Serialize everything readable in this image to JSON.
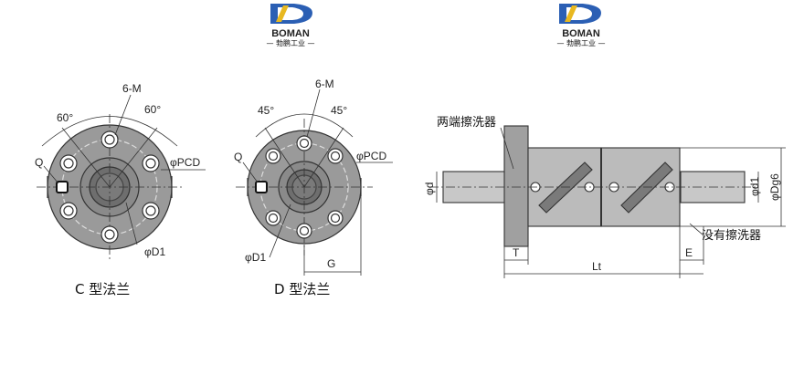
{
  "logos": {
    "brand": "BOMAN",
    "tagline": "— 勃鹏工业 —",
    "accent": "#2b5fb4",
    "gold": "#e8b820"
  },
  "flange_c": {
    "caption": "C 型法兰",
    "angle_left": "60°",
    "angle_right": "60°",
    "hole_label": "6-M",
    "q_label": "Q",
    "pcd_label": "φPCD",
    "d1_label": "φD1"
  },
  "flange_d": {
    "caption": "D 型法兰",
    "angle_left": "45°",
    "angle_right": "45°",
    "hole_label": "6-M",
    "q_label": "Q",
    "pcd_label": "φPCD",
    "d1_label": "φD1",
    "g_label": "G"
  },
  "side_view": {
    "wiper_both": "两端擦洗器",
    "wiper_none": "没有擦洗器",
    "d_label": "φd",
    "d1_label": "φd1",
    "dg6_label": "φDg6",
    "t_label": "T",
    "e_label": "E",
    "lt_label": "Lt"
  },
  "colors": {
    "line": "#333333",
    "body": "#bdbdbd",
    "dark": "#555555"
  }
}
